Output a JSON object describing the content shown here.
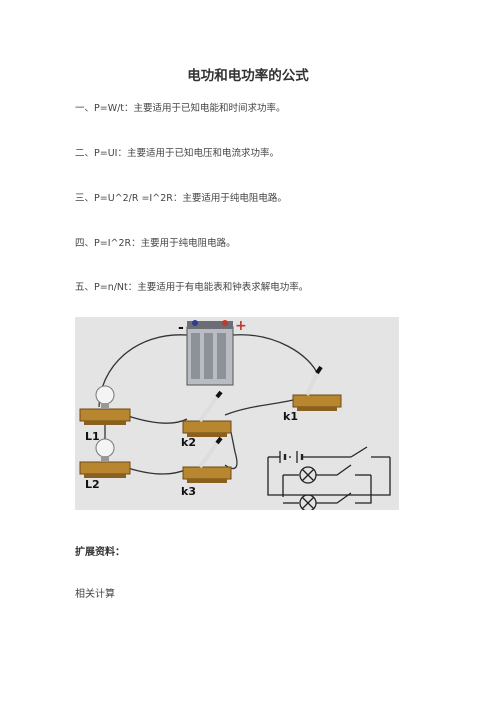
{
  "title": "电功和电功率的公式",
  "formulas": [
    "一、P=W/t：主要适用于已知电能和时间求功率。",
    "二、P=UI：主要适用于已知电压和电流求功率。",
    "三、P=U^2/R =I^2R：主要适用于纯电阻电路。",
    "四、P=I^2R：主要用于纯电阻电路。",
    "五、P=n/Nt：主要适用于有电能表和钟表求解电功率。"
  ],
  "figure": {
    "battery_minus": "-",
    "battery_plus": "+",
    "labels": {
      "l1": "L1",
      "l2": "L2",
      "k1": "k1",
      "k2": "k2",
      "k3": "k3"
    }
  },
  "extension_heading": "扩展资料：",
  "related_heading": "相关计算"
}
